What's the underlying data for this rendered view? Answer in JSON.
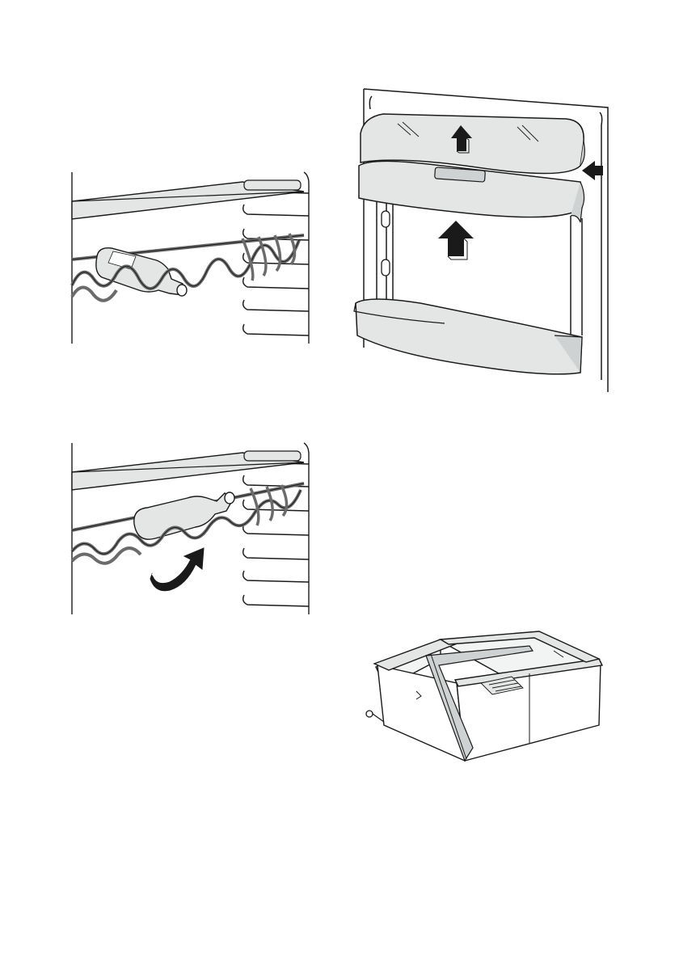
{
  "page": {
    "background": "#ffffff",
    "line_color": "#1a1a1a",
    "fill_light": "#e4e6e6",
    "fill_shadow": "#cfd2d2",
    "rack_color": "#6b6b6b",
    "arrow_color": "#1a1a1a"
  },
  "figures": [
    {
      "id": "wine-rack-flat",
      "icon": "wine-bottle-on-wire-rack"
    },
    {
      "id": "wine-rack-tilted",
      "icon": "wine-bottle-on-tilted-rack-with-rotate-arrow"
    },
    {
      "id": "door-balcony-removal",
      "icon": "door-shelf-lift-arrows"
    },
    {
      "id": "crisper-drawer",
      "icon": "vegetable-drawer-with-divider"
    }
  ]
}
